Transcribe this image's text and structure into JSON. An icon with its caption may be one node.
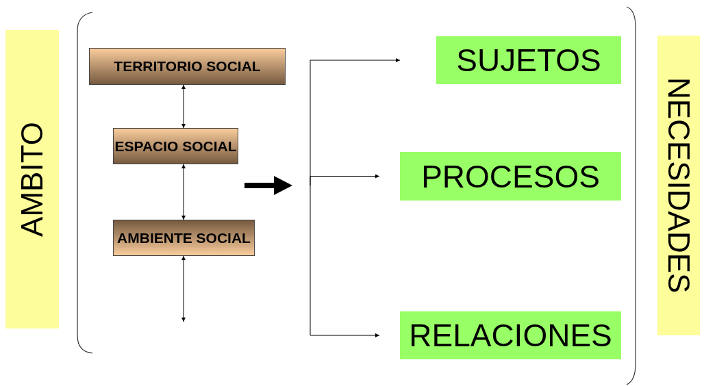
{
  "diagram": {
    "nodes": [
      {
        "text": [
          "AMBITO"
        ]
      },
      {
        "text": [
          "TERRITORIO SOCIAL"
        ]
      },
      {
        "text": [
          "ESPACIO SOCIAL"
        ]
      },
      {
        "text": [
          "AMBIENTE SOCIAL"
        ]
      },
      {
        "text": [
          "SUJETOS"
        ]
      },
      {
        "text": [
          "PROCESOS"
        ]
      },
      {
        "text": [
          "RELACIONES"
        ]
      },
      {
        "text": [
          "NECESIDADES"
        ]
      }
    ],
    "edges": [
      {
        "from": 1,
        "to": 2,
        "arrow": "both"
      },
      {
        "from": 2,
        "to": 3,
        "arrow": "both"
      },
      {
        "from": 3,
        "to": null,
        "arrow": "both"
      },
      {
        "from": null,
        "to": 4,
        "arrow": "to"
      },
      {
        "from": null,
        "to": 5,
        "arrow": "to"
      },
      {
        "from": null,
        "to": 6,
        "arrow": "to"
      }
    ]
  }
}
